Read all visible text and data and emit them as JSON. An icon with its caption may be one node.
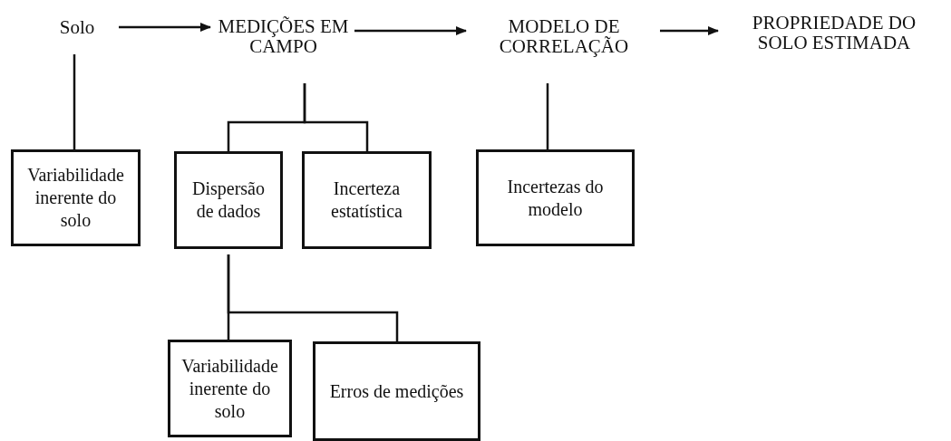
{
  "diagram": {
    "nodes": [
      {
        "text": [
          "Solo"
        ]
      },
      {
        "text": [
          "MEDIÇÕES EM CAMPO"
        ]
      },
      {
        "text": [
          "MODELO DE CORRELAÇÃO"
        ]
      },
      {
        "text": [
          "PROPRIEDADE DO SOLO ESTIMADA"
        ]
      },
      {
        "text": [
          "Variabilidade inerente do solo"
        ]
      },
      {
        "text": [
          "Dispersão de dados"
        ]
      },
      {
        "text": [
          "Incerteza estatística"
        ]
      },
      {
        "text": [
          "Incertezas do modelo"
        ]
      },
      {
        "text": [
          "Variabilidade inerente do solo"
        ]
      },
      {
        "text": [
          "Erros de medições"
        ]
      }
    ],
    "edges": [
      {
        "from": 0,
        "to": 1,
        "arrow": "to"
      },
      {
        "from": 1,
        "to": 2,
        "arrow": "to"
      },
      {
        "from": 2,
        "to": 3,
        "arrow": "to"
      },
      {
        "from": 0,
        "to": 4,
        "arrow": "none"
      },
      {
        "from": 1,
        "to": 5,
        "arrow": "none"
      },
      {
        "from": 1,
        "to": 6,
        "arrow": "none"
      },
      {
        "from": 2,
        "to": 7,
        "arrow": "none"
      },
      {
        "from": 5,
        "to": 8,
        "arrow": "none"
      },
      {
        "from": 5,
        "to": 9,
        "arrow": "none"
      }
    ]
  }
}
